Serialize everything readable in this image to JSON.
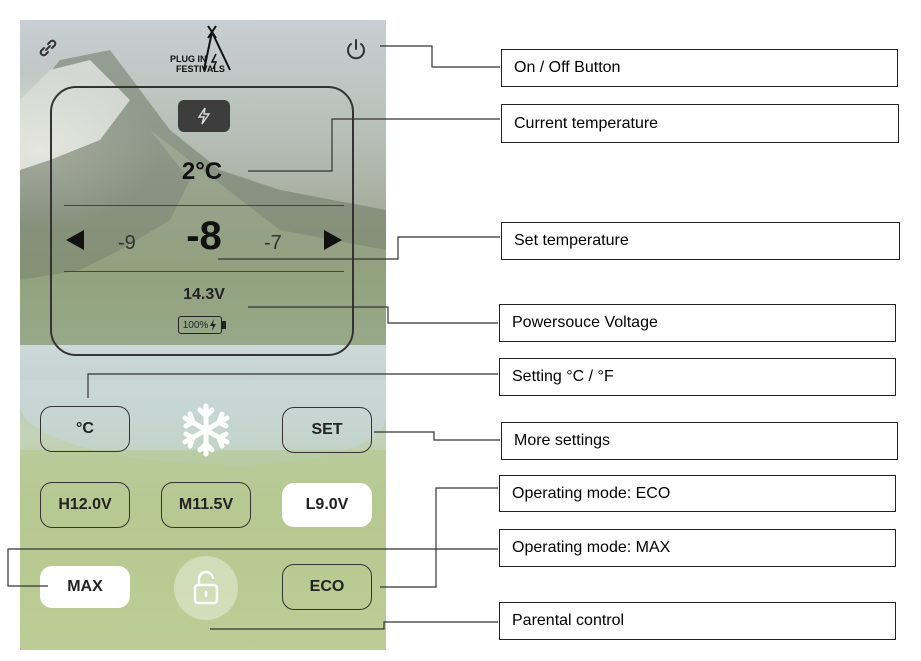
{
  "app": {
    "logo_line1": "PLUG IN",
    "logo_line2": "FESTIVALS",
    "current_temperature": "2°C",
    "set_temperature": "-8",
    "prev_temperature": "-9",
    "next_temperature": "-7",
    "voltage": "14.3V",
    "battery_percent": "100%",
    "buttons": {
      "unit": "°C",
      "set": "SET",
      "high": "H12.0V",
      "medium": "M11.5V",
      "low": "L9.0V",
      "max": "MAX",
      "eco": "ECO"
    },
    "icons": [
      "link-icon",
      "power-icon",
      "lightning-icon",
      "arrow-left-icon",
      "arrow-right-icon",
      "battery-icon",
      "snowflake-icon",
      "lock-icon"
    ]
  },
  "callouts": {
    "on_off": "On / Off Button",
    "current_temp": "Current temperature",
    "set_temp": "Set temperature",
    "voltage": "Powersouce Voltage",
    "unit_setting": "Setting °C / °F",
    "more_settings": "More settings",
    "eco_mode": "Operating mode: ECO",
    "max_mode": "Operating mode: MAX",
    "parental": "Parental control"
  }
}
